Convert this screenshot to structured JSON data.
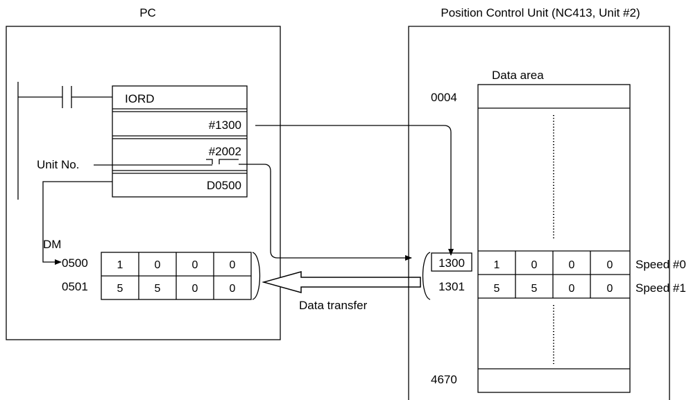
{
  "pc": {
    "title": "PC",
    "instruction": {
      "mnemonic": "IORD",
      "operand1": "#1300",
      "operand2": "#2002",
      "operand3": "D0500"
    },
    "unit_no_label": "Unit No.",
    "dm_label": "DM",
    "dm_rows": [
      {
        "address": "0500",
        "digits": [
          "1",
          "0",
          "0",
          "0"
        ]
      },
      {
        "address": "0501",
        "digits": [
          "5",
          "5",
          "0",
          "0"
        ]
      }
    ]
  },
  "transfer": {
    "label": "Data transfer"
  },
  "pcu": {
    "title": "Position Control Unit (NC413, Unit #2)",
    "data_area_label": "Data area",
    "addr_top": "0004",
    "addr_bottom": "4670",
    "rows": [
      {
        "address": "1300",
        "digits": [
          "1",
          "0",
          "0",
          "0"
        ],
        "label": "Speed #0"
      },
      {
        "address": "1301",
        "digits": [
          "5",
          "5",
          "0",
          "0"
        ],
        "label": "Speed #1"
      }
    ]
  }
}
